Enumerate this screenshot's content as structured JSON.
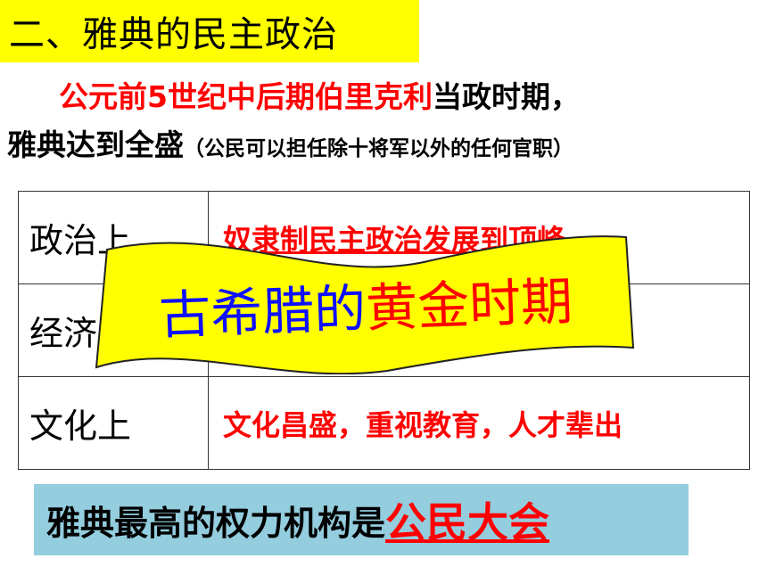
{
  "title": "二、雅典的民主政治",
  "intro": {
    "red_text": "公元前5世纪中后期伯里克利",
    "black_text": "当政时期，",
    "line2": "雅典达到全盛",
    "note": "（公民可以担任除十将军以外的任何官职）"
  },
  "table": {
    "rows": [
      {
        "label": "政治上",
        "value": "奴隶制民主政治发展到顶峰"
      },
      {
        "label": "经济上",
        "value": ""
      },
      {
        "label": "文化上",
        "value": "文化昌盛，重视教育，人才辈出"
      }
    ]
  },
  "banner": {
    "part1": "古希腊的",
    "part2": "黄金时期",
    "fill_color": "#ffff00",
    "text_colors": {
      "part1": "#1010ff",
      "part2": "#ff0000"
    }
  },
  "bottom": {
    "text": "雅典最高的权力机构是",
    "highlight": "公民大会",
    "bg_color": "#93cdde"
  },
  "colors": {
    "title_bg": "#ffff00",
    "accent_red": "#ff0000"
  }
}
